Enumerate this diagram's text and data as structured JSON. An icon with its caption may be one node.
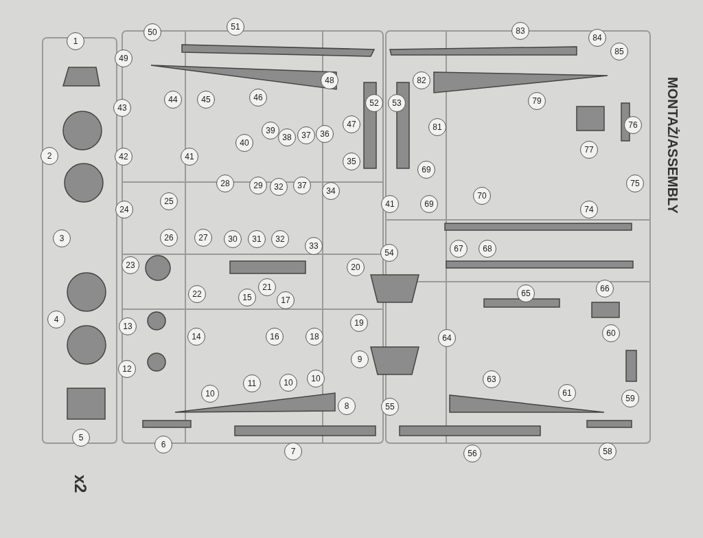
{
  "diagram": {
    "title": "MONTAŻ/ASSEMBLY",
    "labels": [
      "1",
      "49",
      "50",
      "51",
      "83",
      "84",
      "85",
      "43",
      "44",
      "45",
      "46",
      "48",
      "52",
      "53",
      "82",
      "79",
      "40",
      "39",
      "38",
      "37",
      "36",
      "47",
      "81",
      "77",
      "76",
      "2",
      "42",
      "41",
      "35",
      "69",
      "28",
      "29",
      "32",
      "37",
      "34",
      "70",
      "75",
      "24",
      "25",
      "41",
      "69",
      "74",
      "3",
      "26",
      "27",
      "30",
      "31",
      "32",
      "33",
      "54",
      "67",
      "68",
      "23",
      "20",
      "22",
      "15",
      "21",
      "17",
      "65",
      "66",
      "4",
      "13",
      "14",
      "16",
      "18",
      "19",
      "64",
      "60",
      "12",
      "11",
      "10",
      "10",
      "9",
      "63",
      "10",
      "8",
      "55",
      "61",
      "59",
      "5",
      "6",
      "7",
      "56",
      "58",
      "x2"
    ]
  }
}
